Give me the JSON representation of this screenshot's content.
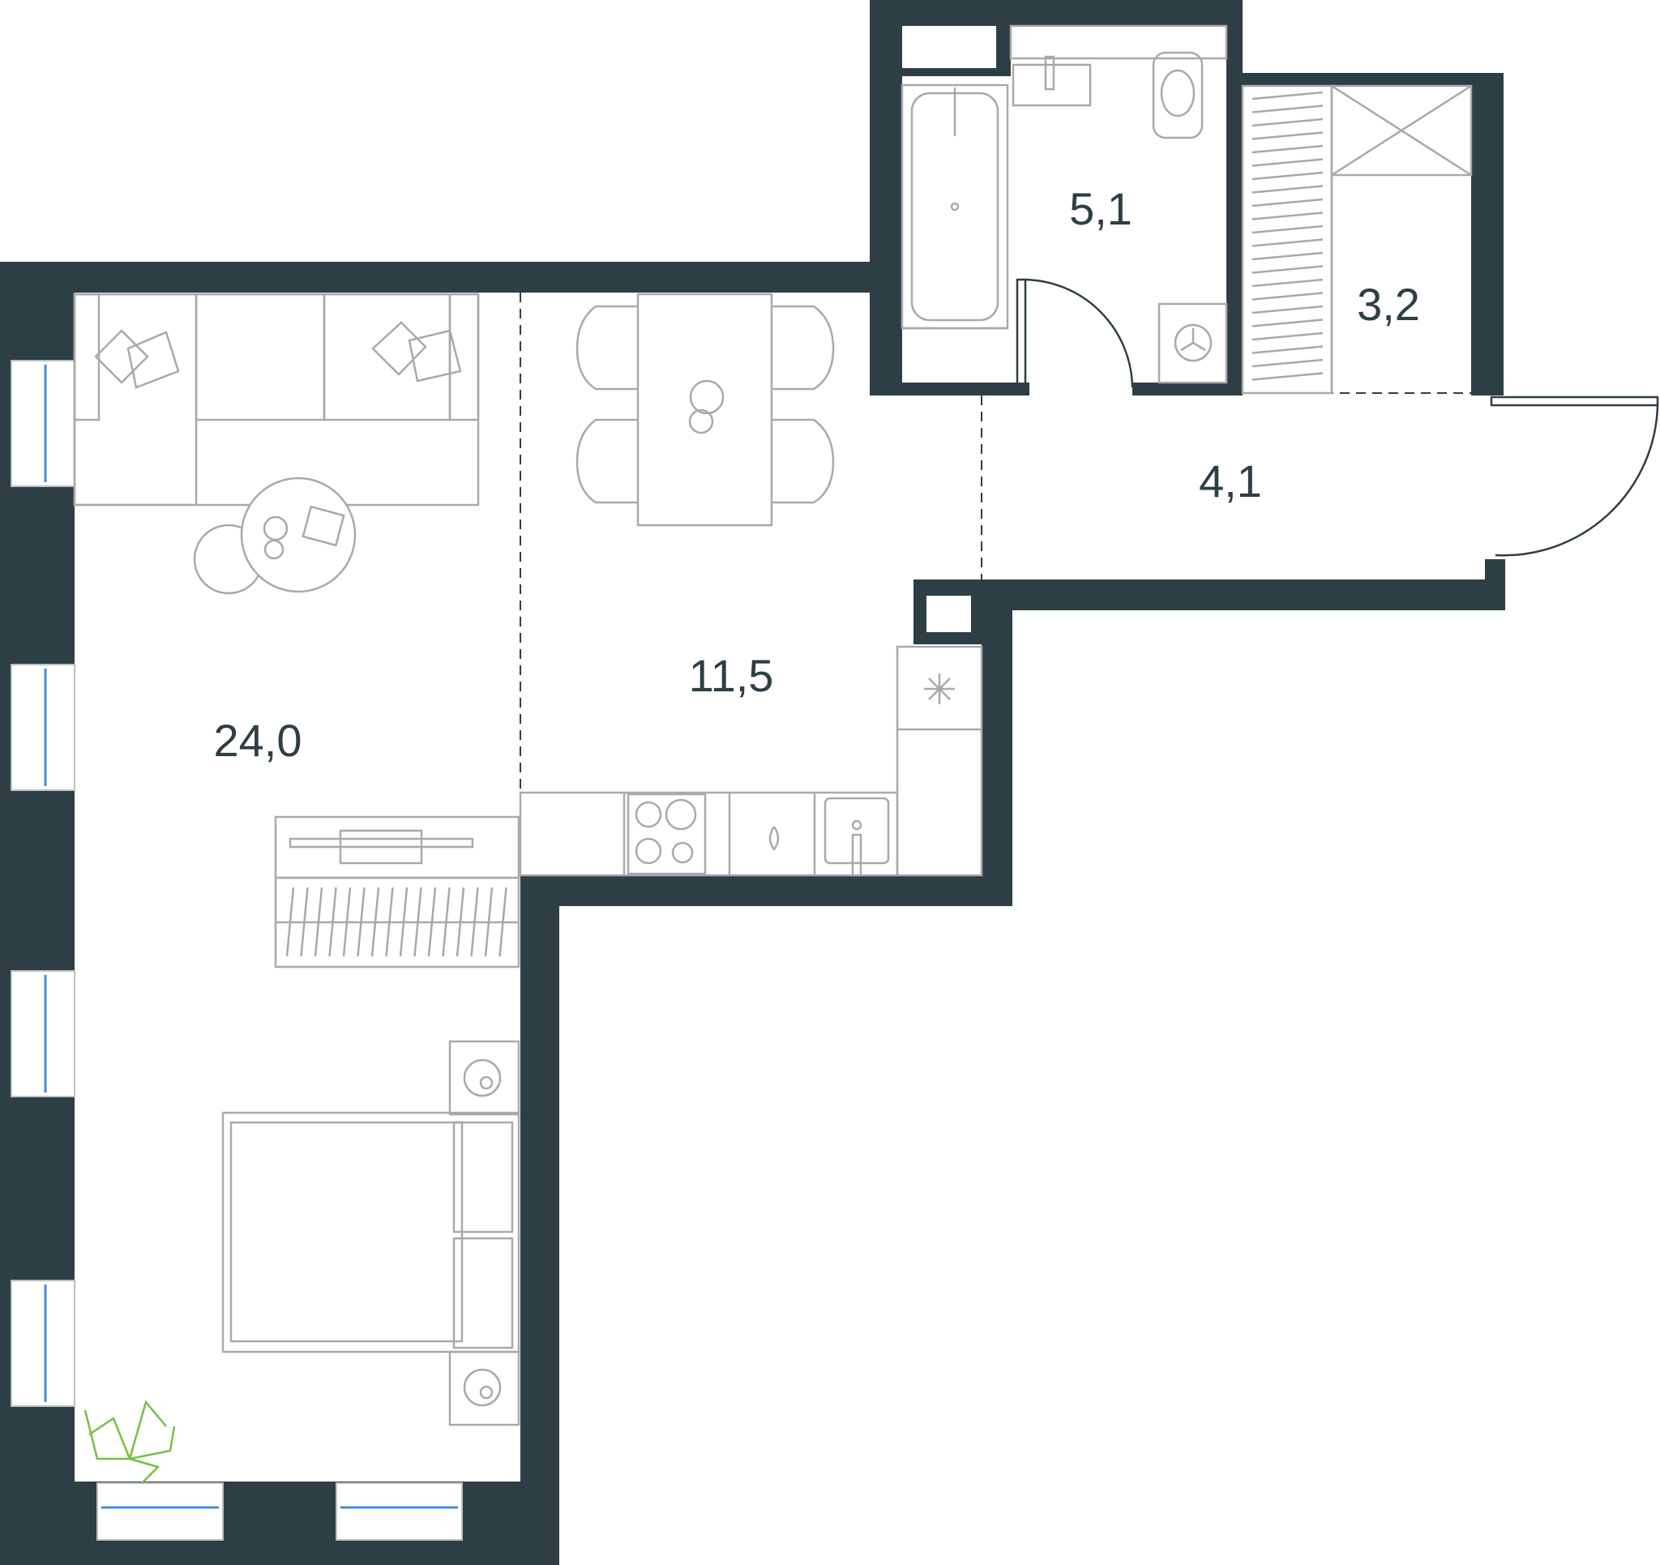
{
  "rooms": [
    {
      "id": "living-bedroom",
      "area_label": "24,0"
    },
    {
      "id": "kitchen-dining",
      "area_label": "11,5"
    },
    {
      "id": "bathroom",
      "area_label": "5,1"
    },
    {
      "id": "hallway",
      "area_label": "4,1"
    },
    {
      "id": "storage",
      "area_label": "3,2"
    }
  ],
  "colors": {
    "wall": "#2e3e45",
    "furniture": "#a9a9a9",
    "window_glass": "#3d8fd6",
    "plant": "#74c043"
  }
}
